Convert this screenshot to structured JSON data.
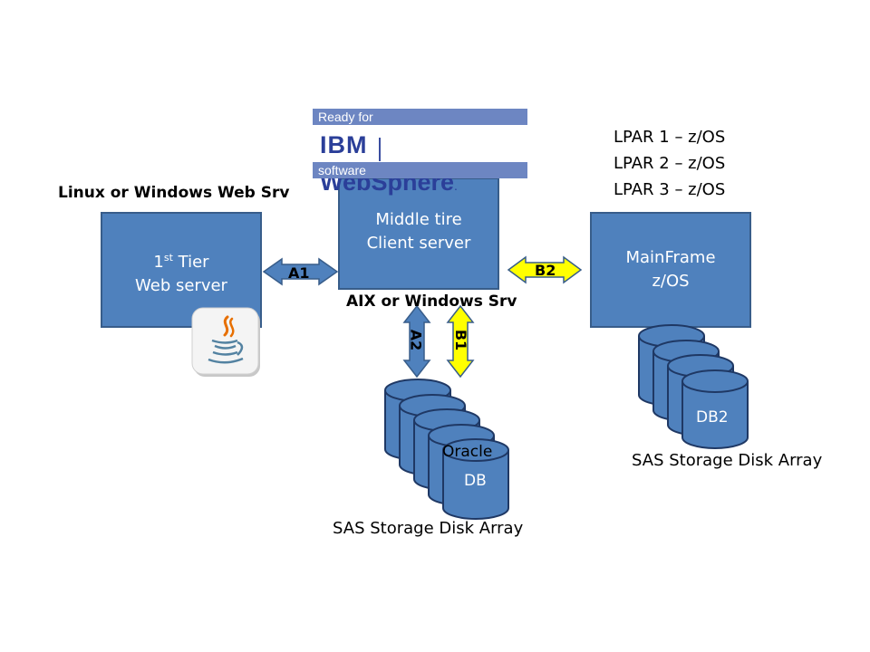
{
  "servers": {
    "web_server": {
      "caption": "Linux or Windows Web Srv",
      "tier_number": "1",
      "tier_suffix": "st",
      "tier_word": " Tier",
      "line2": "Web server"
    },
    "middle": {
      "line1": "Middle tire",
      "line2": "Client server",
      "caption": "AIX or Windows Srv"
    },
    "mainframe": {
      "line1": "MainFrame",
      "line2": "z/OS",
      "lpars": [
        "LPAR 1 – z/OS",
        "LPAR 2 – z/OS",
        "LPAR 3 – z/OS"
      ]
    }
  },
  "logo": {
    "top": "Ready for",
    "brand": "IBM",
    "product": "WebSphere",
    "mark": ".",
    "bottom": "software"
  },
  "connections": {
    "a1": "A1",
    "a2": "A2",
    "b1": "B1",
    "b2": "B2"
  },
  "storage": {
    "left": {
      "db_line1": "Oracle",
      "db_line2": "DB",
      "caption": "SAS Storage Disk Array"
    },
    "right": {
      "db_label": "DB2",
      "caption": "SAS Storage Disk Array"
    }
  },
  "colors": {
    "box_fill": "#4f81bd",
    "box_border": "#385d8a",
    "arrow_blue": "#4f81bd",
    "arrow_yellow": "#ffff00"
  }
}
